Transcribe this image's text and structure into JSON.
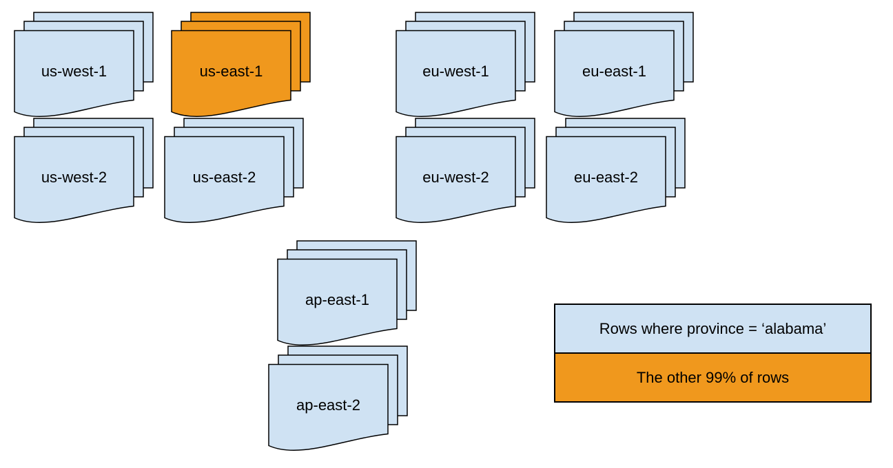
{
  "diagram": {
    "stacks": [
      {
        "label": "us-west-1",
        "highlighted": false
      },
      {
        "label": "us-east-1",
        "highlighted": true
      },
      {
        "label": "eu-west-1",
        "highlighted": false
      },
      {
        "label": "eu-east-1",
        "highlighted": false
      },
      {
        "label": "us-west-2",
        "highlighted": false
      },
      {
        "label": "us-east-2",
        "highlighted": false
      },
      {
        "label": "eu-west-2",
        "highlighted": false
      },
      {
        "label": "eu-east-2",
        "highlighted": false
      },
      {
        "label": "ap-east-1",
        "highlighted": false
      },
      {
        "label": "ap-east-2",
        "highlighted": false
      }
    ],
    "legend": {
      "items": [
        {
          "label": "Rows where province = ‘alabama’",
          "swatch": "blue"
        },
        {
          "label": "The other 99% of rows",
          "swatch": "orange"
        }
      ]
    },
    "colors": {
      "blue": "#CFE2F3",
      "orange": "#F0981D",
      "stroke": "#000000",
      "text": "#000000"
    }
  }
}
